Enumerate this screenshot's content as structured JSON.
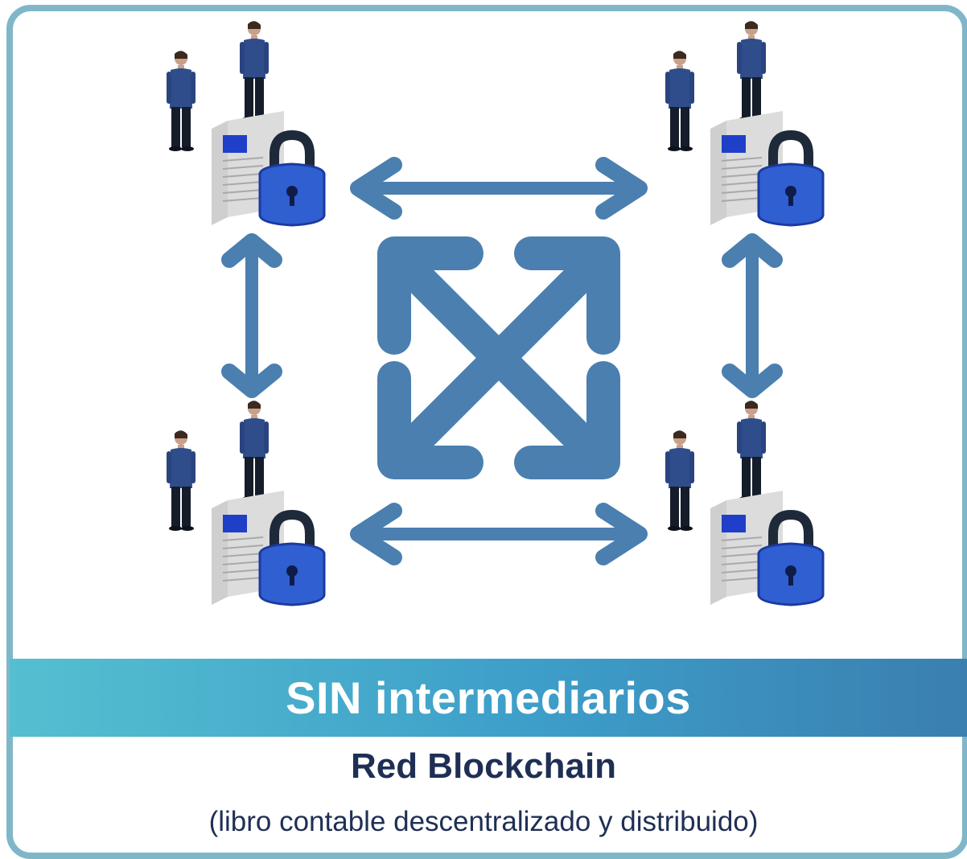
{
  "banner": {
    "text": "SIN intermediarios"
  },
  "title": "Red Blockchain",
  "subtitle": "(libro contable descentralizado y distribuido)",
  "colors": {
    "frame": "#7fb7c9",
    "arrow": "#4a7fb0",
    "lock": "#2f5fd0",
    "shackle": "#1e2a3a",
    "person_shirt": "#2f4d8a",
    "banner_start": "#55bfd0",
    "banner_end": "#3a7fb0"
  },
  "nodes": [
    {
      "name": "node-top-left",
      "icons": [
        "person-icon",
        "person-icon",
        "document-icon",
        "padlock-icon"
      ]
    },
    {
      "name": "node-top-right",
      "icons": [
        "person-icon",
        "person-icon",
        "document-icon",
        "padlock-icon"
      ]
    },
    {
      "name": "node-bottom-left",
      "icons": [
        "person-icon",
        "person-icon",
        "document-icon",
        "padlock-icon"
      ]
    },
    {
      "name": "node-bottom-right",
      "icons": [
        "person-icon",
        "person-icon",
        "document-icon",
        "padlock-icon"
      ]
    }
  ],
  "connections": [
    {
      "name": "arrow-top",
      "icon": "double-arrow-icon"
    },
    {
      "name": "arrow-bottom",
      "icon": "double-arrow-icon"
    },
    {
      "name": "arrow-left",
      "icon": "double-arrow-icon"
    },
    {
      "name": "arrow-right",
      "icon": "double-arrow-icon"
    },
    {
      "name": "arrow-diagonal-main",
      "icon": "double-arrow-icon"
    },
    {
      "name": "arrow-diagonal-anti",
      "icon": "double-arrow-icon"
    }
  ]
}
